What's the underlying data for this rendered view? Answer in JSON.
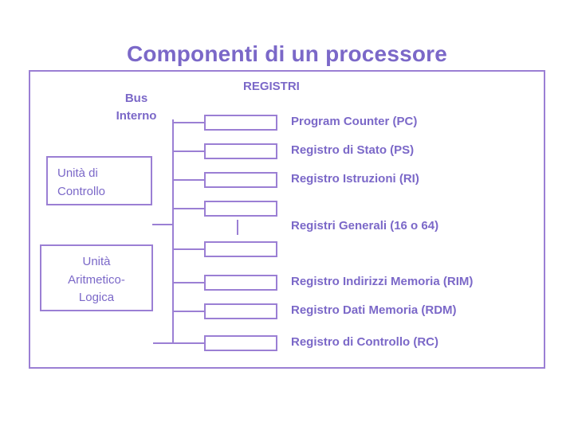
{
  "slide": {
    "title": "Componenti di un processore",
    "accent_color": "#7b68c8",
    "line_color": "#9b7fd4",
    "background": "#ffffff"
  },
  "labels": {
    "bus_interno": "Bus\nInterno",
    "registri_heading": "REGISTRI",
    "unita_controllo": "Unità di\nControllo",
    "unita_alu": "Unità\nAritmetico-\nLogica"
  },
  "registers": [
    {
      "name": "Program Counter (PC)"
    },
    {
      "name": "Registro di Stato (PS)"
    },
    {
      "name": "Registro Istruzioni (RI)"
    },
    {
      "name": "Registri Generali (16 o 64)"
    },
    {
      "name": "Registro Indirizzi Memoria (RIM)"
    },
    {
      "name": "Registro Dati Memoria (RDM)"
    },
    {
      "name": "Registro di Controllo (RC)"
    }
  ]
}
